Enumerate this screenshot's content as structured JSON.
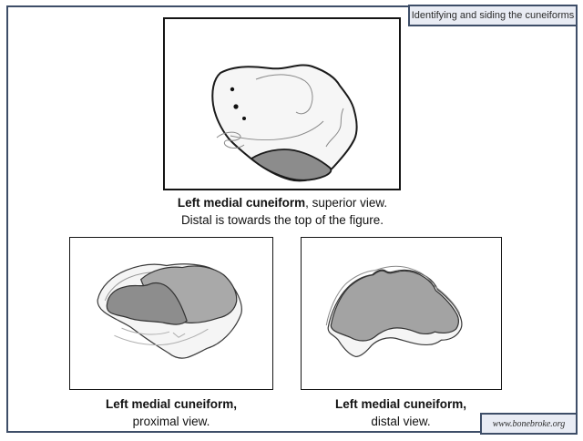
{
  "slide": {
    "title": "Identifying and siding the cuneiforms",
    "website": "www.bonebroke.org",
    "accent_border_color": "#3e4e68",
    "tag_box_fill_color": "#e9ecf4"
  },
  "figures": {
    "superior": {
      "caption_bold": "Left medial cuneiform",
      "caption_regular": ", superior view.",
      "caption_line2": "Distal is towards the top of the figure.",
      "illustration": "left-medial-cuneiform-superior-view-drawing",
      "bone_fill": "#f6f6f6",
      "facet_fill": "#8c8c8c"
    },
    "proximal": {
      "caption_bold": "Left medial cuneiform,",
      "caption_line2": "proximal view.",
      "illustration": "left-medial-cuneiform-proximal-view-drawing",
      "bone_fill": "#f5f5f5",
      "facet_fill_light": "#a9a9a9",
      "facet_fill_dark": "#8d8d8d"
    },
    "distal": {
      "caption_bold": "Left medial cuneiform,",
      "caption_line2": "distal view.",
      "illustration": "left-medial-cuneiform-distal-view-drawing",
      "bone_fill": "#f5f5f5",
      "facet_fill": "#a3a3a3"
    }
  }
}
